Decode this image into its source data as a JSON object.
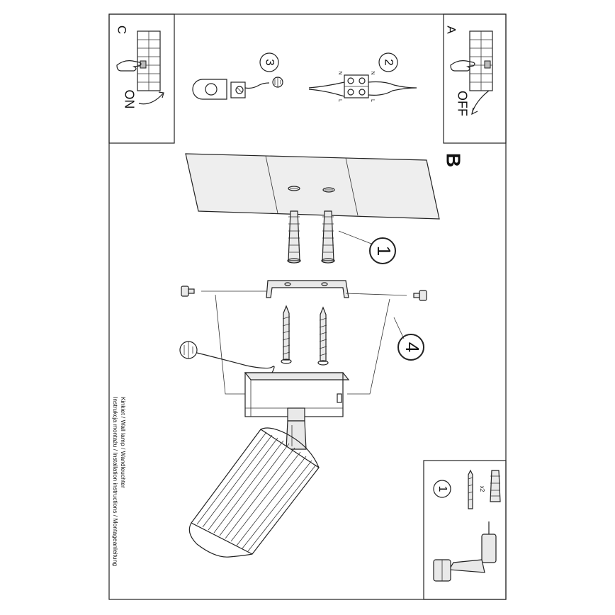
{
  "panels": {
    "a": {
      "letter": "A",
      "state": "OFF"
    },
    "b": {
      "letter": "B"
    },
    "c": {
      "letter": "C",
      "state": "ON"
    }
  },
  "steps": {
    "one": "1",
    "two": "2",
    "three": "3",
    "four": "4"
  },
  "wire_labels": {
    "neutral": "N",
    "live": "L"
  },
  "kit": {
    "step": "1",
    "quantity": "x2"
  },
  "caption": {
    "line1": "Instrukcja montażu / Installation instructions / Montageanleitung",
    "line2": "Kinkiet / Wall lamp / Wandleuchter"
  }
}
